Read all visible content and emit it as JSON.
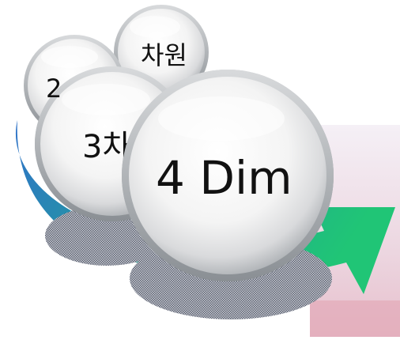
{
  "bubbles": {
    "back_right": {
      "label": "차원"
    },
    "back_left": {
      "label": "2"
    },
    "middle": {
      "label": "3차"
    },
    "front": {
      "label": "4 Dim"
    }
  },
  "colors": {
    "arrow_blue": "#2f7fc7",
    "arrow_teal": "#1fa99a",
    "arrow_green": "#1ec37a",
    "photo_pink": "#e9c4d3",
    "shadow_gray": "#7f8493",
    "bubble_rim": "#9ea3a6"
  }
}
